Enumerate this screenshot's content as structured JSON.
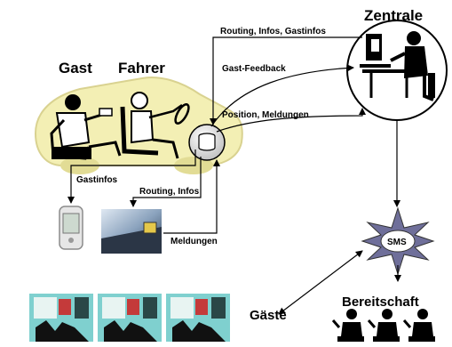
{
  "labels": {
    "zentrale": "Zentrale",
    "gast": "Gast",
    "fahrer": "Fahrer",
    "bereitschaft": "Bereitschaft",
    "gaeste": "Gäste",
    "sms": "SMS"
  },
  "edges": {
    "routing_infos_gastinfos": "Routing, Infos, Gastinfos",
    "gast_feedback": "Gast-Feedback",
    "position_meldungen": "Position, Meldungen",
    "gastinfos": "Gastinfos",
    "routing_infos": "Routing, Infos",
    "meldungen": "Meldungen"
  },
  "icons": [
    "car-icon",
    "passenger-icon",
    "driver-icon",
    "onboard-unit-icon",
    "operator-icon",
    "pda-icon",
    "navigation-display-icon",
    "sms-star-icon",
    "guest-screen-icon",
    "standby-person-icon"
  ]
}
